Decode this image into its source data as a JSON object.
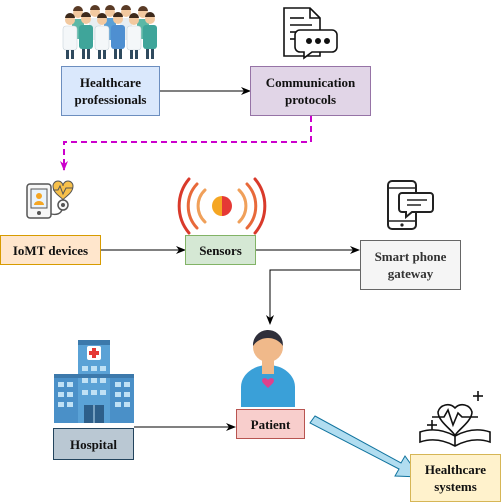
{
  "nodes": {
    "healthcare_professionals": "Healthcare professionals",
    "communication_protocols": "Communication protocols",
    "iomt_devices": "IoMT devices",
    "sensors": "Sensors",
    "smart_phone_gateway": "Smart phone gateway",
    "hospital": "Hospital",
    "patient": "Patient",
    "healthcare_systems": "Healthcare systems"
  },
  "icons": {
    "staff": "medical-staff-group-icon",
    "document": "document-chat-icon",
    "iomt": "medical-device-icon",
    "sensor": "signal-sensor-icon",
    "phone": "smartphone-message-icon",
    "hospital": "hospital-building-icon",
    "patient": "patient-person-icon",
    "health": "heart-book-icon"
  },
  "colors": {
    "dashed_arrow": "#cc00cc",
    "big_arrow": "#b1ddf0"
  }
}
